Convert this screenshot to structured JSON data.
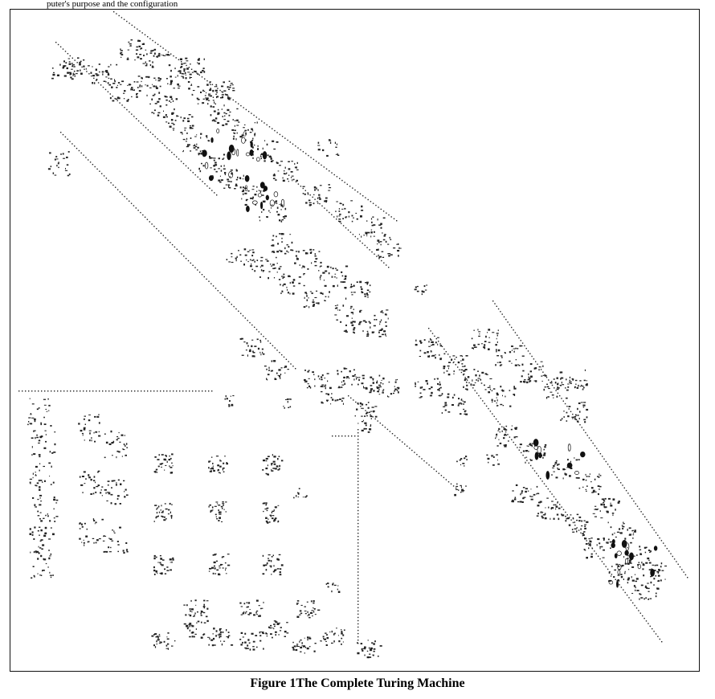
{
  "page": {
    "top_text_fragment": "puter's purpose and the configuration",
    "figure_caption": "Figure 1The Complete Turing Machine"
  },
  "figure": {
    "type": "cellular-automaton-pattern",
    "description": "Conway Game of Life Turing machine pattern",
    "background_color": "#ffffff",
    "pattern_color": "#222222"
  }
}
